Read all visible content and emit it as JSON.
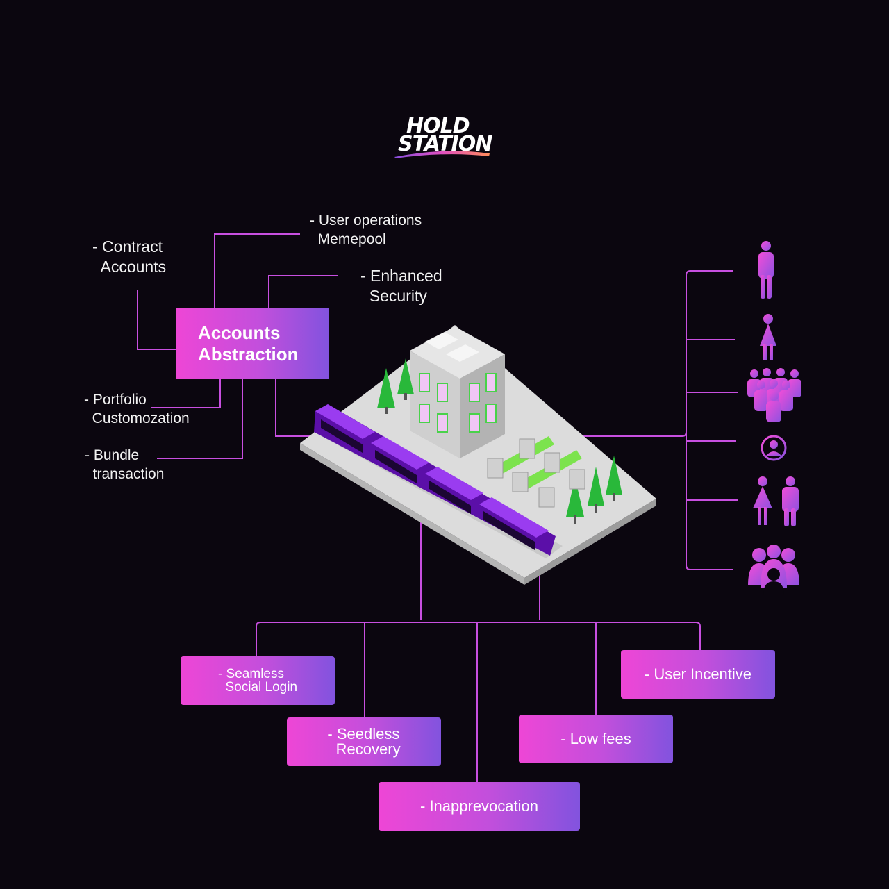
{
  "logo": {
    "line1": "HOLD",
    "line2": "STATION"
  },
  "center": {
    "title": "Accounts\nAbstraction"
  },
  "left_labels": {
    "contract_accounts": "- Contract\n  Accounts",
    "user_operations": "- User operations\n  Memepool",
    "enhanced_security": "- Enhanced\n  Security",
    "portfolio": "- Portfolio\n  Customozation",
    "bundle": "- Bundle\n  transaction"
  },
  "features": {
    "seamless": "- Seamless\n  Social Login",
    "seedless": "- Seedless\n  Recovery",
    "inapp": "- Inapprevocation",
    "low_fees": "- Low fees",
    "incentive": "- User Incentive"
  },
  "colors": {
    "background": "#0b060f",
    "line": "#c84fe0",
    "gradient_start": "#ee46d6",
    "gradient_end": "#8253de",
    "train": "#8a1fe0",
    "tree": "#29b83a"
  },
  "user_icons": [
    "man-icon",
    "woman-icon",
    "crowd-icon",
    "user-circle-icon",
    "couple-icon",
    "group-icon"
  ]
}
